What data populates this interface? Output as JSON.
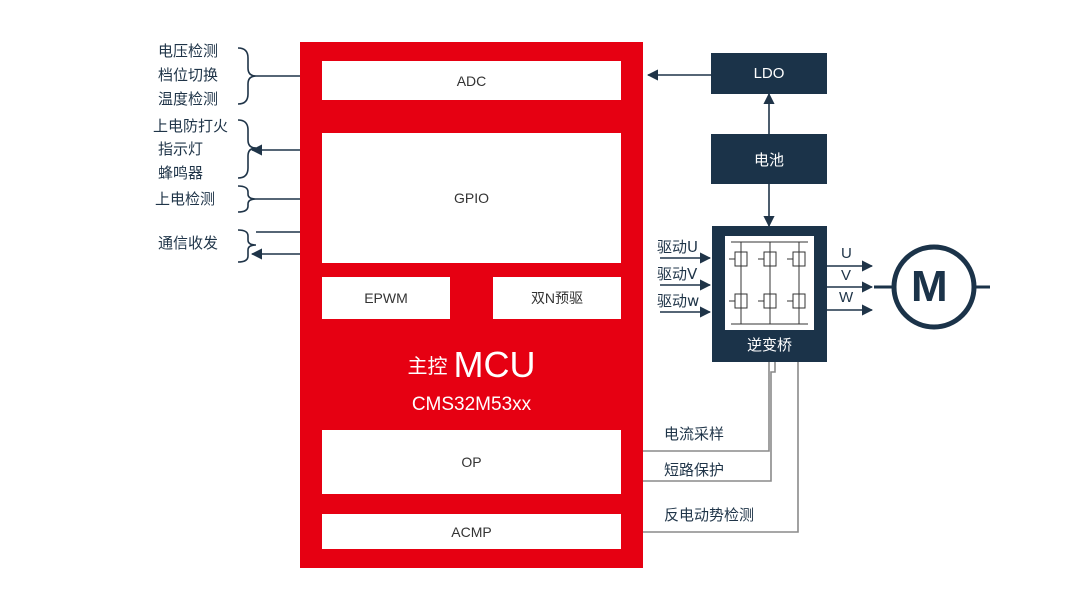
{
  "left_inputs": {
    "group1": [
      "电压检测",
      "档位切换",
      "温度检测"
    ],
    "group2": [
      "上电防打火",
      "指示灯",
      "蜂鸣器"
    ],
    "group3": [
      "上电检测"
    ],
    "group4": [
      "通信收发"
    ]
  },
  "mcu": {
    "title_prefix": "主控",
    "title_main": "MCU",
    "model": "CMS32M53xx",
    "blocks": {
      "adc": "ADC",
      "gpio": "GPIO",
      "epwm": "EPWM",
      "predriver": "双N预驱",
      "op": "OP",
      "acmp": "ACMP"
    }
  },
  "power": {
    "ldo": "LDO",
    "battery": "电池"
  },
  "inverter": {
    "label": "逆变桥",
    "drive_inputs": [
      "驱动U",
      "驱动V",
      "驱动w"
    ],
    "phases": [
      "U",
      "V",
      "W"
    ]
  },
  "motor": {
    "symbol": "M"
  },
  "feedback": {
    "current_sampling": "电流采样",
    "short_protect": "短路保护",
    "bemf_detect": "反电动势检测"
  },
  "colors": {
    "mcu_red": "#e60012",
    "dark_navy": "#1b3349",
    "line": "#1f3448",
    "feedback_line": "#8a8a8a"
  }
}
